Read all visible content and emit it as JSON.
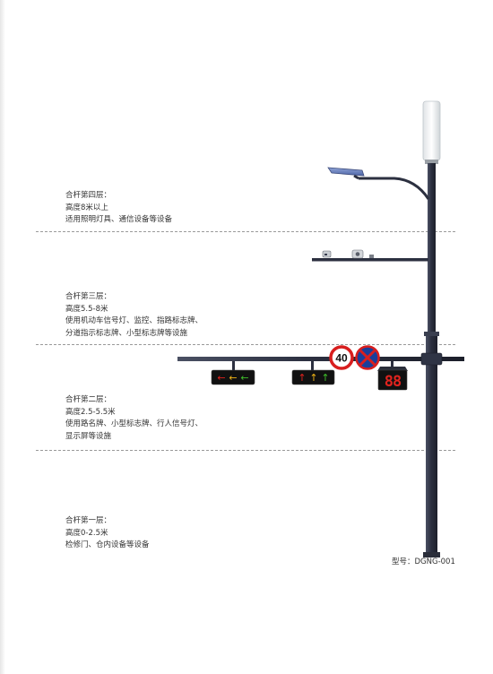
{
  "layers": [
    {
      "lines": [
        "合杆第四层：",
        "高度8米以上",
        "适用照明灯具、通信设备等设备"
      ]
    },
    {
      "lines": [
        "合杆第三层：",
        "高度5.5-8米",
        "使用机动车信号灯、监控、指路标志牌、",
        "分道指示标志牌、小型标志牌等设施"
      ]
    },
    {
      "lines": [
        "合杆第二层：",
        "高度2.5-5.5米",
        "使用路名牌、小型标志牌、行人信号灯、",
        "显示屏等设施"
      ]
    },
    {
      "lines": [
        "合杆第一层：",
        "高度0-2.5米",
        "检修门、仓内设备等设备"
      ]
    }
  ],
  "speed_sign": {
    "value": "40",
    "ring_color": "#d81e1e"
  },
  "no_stopping_sign": {
    "bg_color": "#1a3e9a",
    "cross_color": "#d81e1e"
  },
  "signal_heads": [
    {
      "arrows": [
        "←",
        "←",
        "←"
      ],
      "colors": [
        "#e0231e",
        "#f1b517",
        "#3fbf2a"
      ]
    },
    {
      "arrows": [
        "↑",
        "↑",
        "↑"
      ],
      "colors": [
        "#e0231e",
        "#f1b517",
        "#3fbf2a"
      ]
    }
  ],
  "countdown_display": {
    "digits": "88",
    "color": "#e0231e"
  },
  "pole_color": "#2c3040",
  "model": "型号：DGNG-001"
}
